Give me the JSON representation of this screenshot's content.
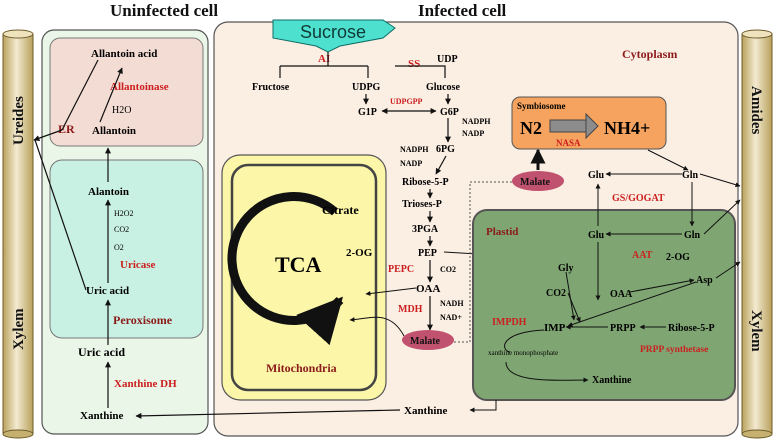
{
  "headers": {
    "uninfected": "Uninfected cell",
    "infected": "Infected cell"
  },
  "xylem": {
    "left_top": "Ureides",
    "left_bottom": "Xylem",
    "right_top": "Amides",
    "right_bottom": "Xylem"
  },
  "uninfected": {
    "er_label": "ER",
    "peroxisome_label": "Peroxisome",
    "allantoin_acid": "Allantoin acid",
    "allantoinase": "Allantoinase",
    "h2o": "H2O",
    "allantoin_er": "Allantoin",
    "alantoin": "Alantoin",
    "h2o2": "H2O2",
    "co2": "CO2",
    "o2": "O2",
    "uricase": "Uricase",
    "uric_acid_perox": "Uric acid",
    "uric_acid": "Uric acid",
    "xanthine_dh": "Xanthine DH",
    "xanthine": "Xanthine"
  },
  "infected": {
    "sucrose": "Sucrose",
    "cytoplasm": "Cytoplasm",
    "ai": "AI",
    "ss": "SS",
    "udp": "UDP",
    "fructose": "Fructose",
    "udpg": "UDPG",
    "glucose": "Glucose",
    "udpgpp": "UDPGPP",
    "g1p": "G1P",
    "g6p": "G6P",
    "nadph_1": "NADPH",
    "nadp_1": "NADP",
    "pg6": "6PG",
    "nadph_2": "NADPH",
    "nadp_2": "NADP",
    "ribose5p": "Ribose-5-P",
    "trioses": "Trioses-P",
    "pga3": "3PGA",
    "pep": "PEP",
    "pepc": "PEPC",
    "co2_pep": "CO2",
    "oaa": "OAA",
    "mdh": "MDH",
    "nadh": "NADH",
    "nad": "NAD+",
    "malate_bottom": "Malate",
    "malate_top": "Malate",
    "xanthine_bottom": "Xanthine"
  },
  "mitochondria": {
    "label": "Mitochondria",
    "tca": "TCA",
    "citrate": "Citrate",
    "og2": "2-OG"
  },
  "symbiosome": {
    "label": "Symbiosome",
    "n2": "N2",
    "nasa": "NASA",
    "nh4": "NH4+"
  },
  "cyto_n": {
    "glu": "Glu",
    "gln": "Gln",
    "gs_gogat": "GS/GOGAT"
  },
  "plastid": {
    "label": "Plastid",
    "glu": "Glu",
    "gln": "Gln",
    "og2": "2-OG",
    "aat": "AAT",
    "asp": "Asp",
    "gly": "Gly",
    "co2": "CO2",
    "oaa": "OAA",
    "impdh": "IMPDH",
    "imp": "IMP",
    "prpp": "PRPP",
    "ribose5p": "Ribose-5-P",
    "prpp_synthetase": "PRPP synthetase",
    "xmp": "xanthine monophosphate",
    "xanthine": "Xanthine"
  }
}
